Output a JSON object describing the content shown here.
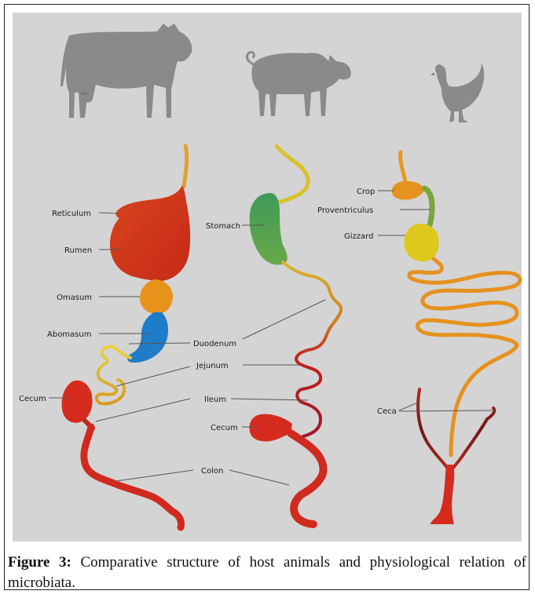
{
  "figure": {
    "caption_label": "Figure 3:",
    "caption_text": "Comparative structure of host animals and physiological relation of microbiata.",
    "animals": [
      "cow-silhouette",
      "pig-silhouette",
      "chicken-silhouette"
    ]
  },
  "labels": {
    "cow": {
      "reticulum": "Reticulum",
      "rumen": "Rumen",
      "omasum": "Omasum",
      "abomasum": "Abomasum",
      "cecum": "Cecum"
    },
    "pig": {
      "stomach": "Stomach",
      "cecum": "Cecum"
    },
    "shared": {
      "duodenum": "Duodenum",
      "jejunum": "Jejunum",
      "ileum": "Ileum",
      "colon": "Colon"
    },
    "chicken": {
      "crop": "Crop",
      "proventriculus": "Proventriculus",
      "gizzard": "Gizzard",
      "ceca": "Ceca"
    }
  },
  "colors": {
    "background": "#d4d4d4",
    "silhouette": "#8c8c8c",
    "rumen_red": "#cf3a1a",
    "omasum_orange": "#e8901c",
    "abomasum_blue": "#1f7cc8",
    "stomach_green": "#3f9a5a",
    "small_intestine_yellow": "#d8c22a",
    "colon_red": "#d52b1f",
    "gizzard_yellow": "#ddc81c",
    "chicken_orange": "#e6921f",
    "ceca_dark": "#8a1f1f"
  }
}
